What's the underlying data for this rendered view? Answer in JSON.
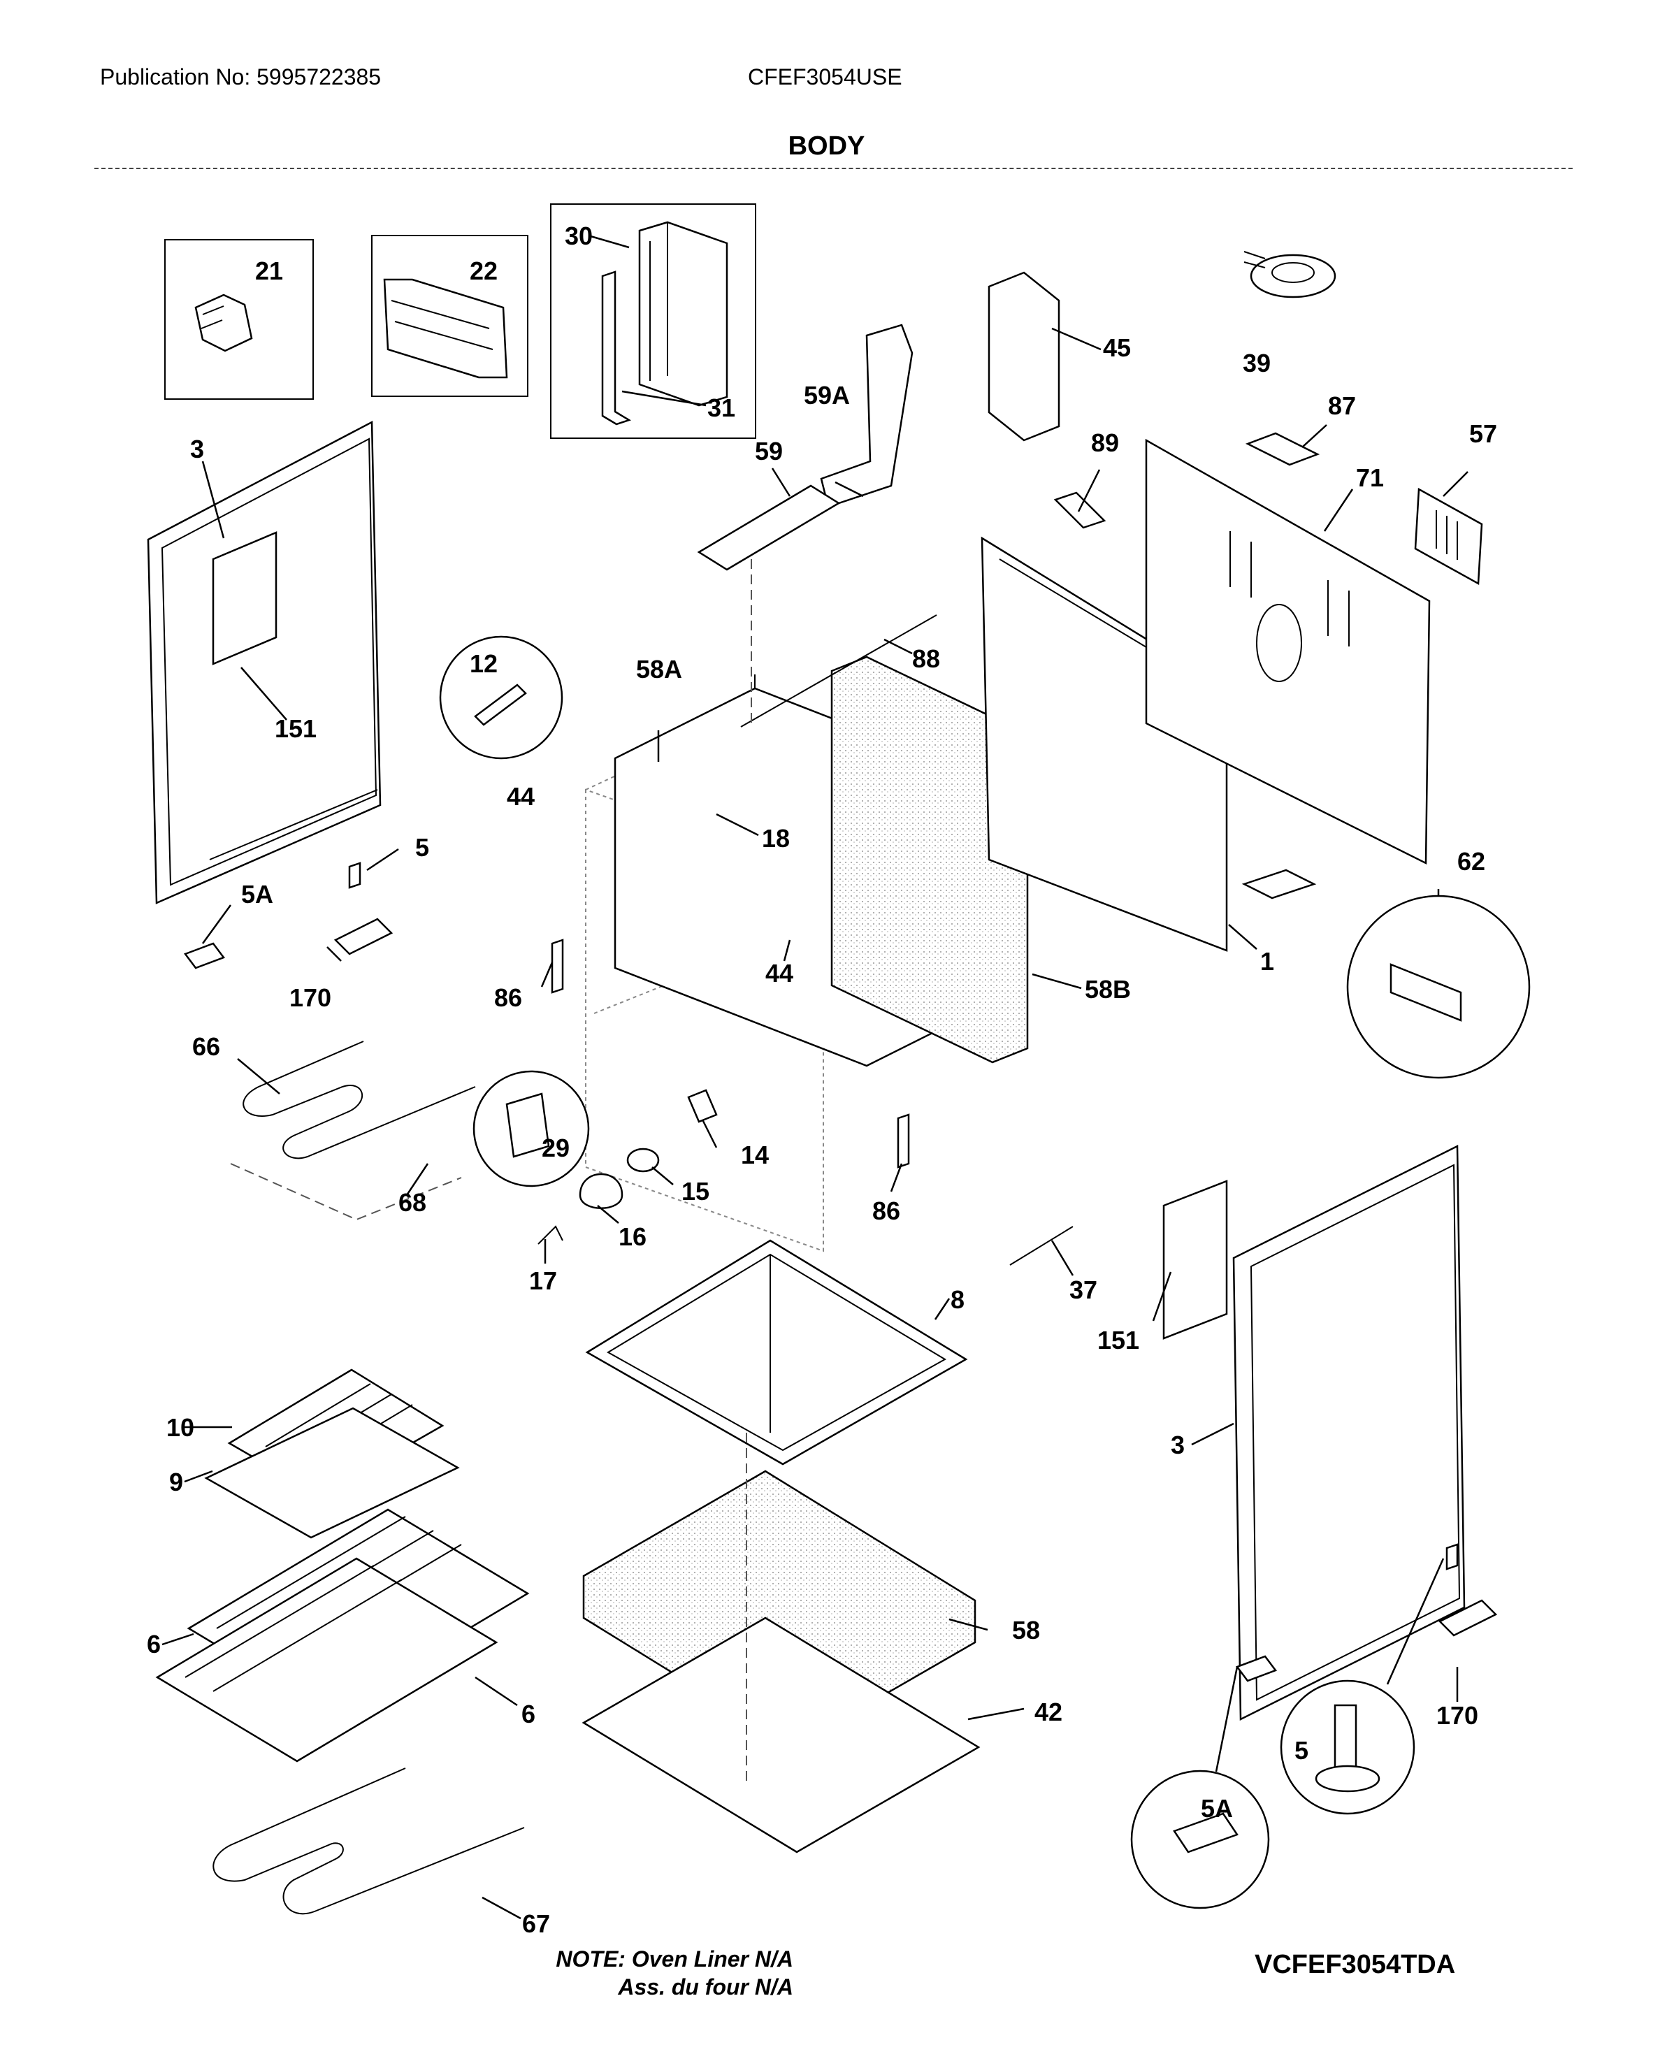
{
  "header": {
    "publication": "Publication No: 5995722385",
    "model": "CFEF3054USE",
    "title": "BODY"
  },
  "note": {
    "line1": "NOTE: Oven Liner N/A",
    "line2": "Ass. du four N/A"
  },
  "diagram_code": "VCFEF3054TDA",
  "callouts": [
    {
      "id": "c21",
      "label": "21"
    },
    {
      "id": "c22",
      "label": "22"
    },
    {
      "id": "c30",
      "label": "30"
    },
    {
      "id": "c31",
      "label": "31"
    },
    {
      "id": "c45",
      "label": "45"
    },
    {
      "id": "c39",
      "label": "39"
    },
    {
      "id": "c59a",
      "label": "59A"
    },
    {
      "id": "c59",
      "label": "59"
    },
    {
      "id": "c87",
      "label": "87"
    },
    {
      "id": "c57",
      "label": "57"
    },
    {
      "id": "c89",
      "label": "89"
    },
    {
      "id": "c71",
      "label": "71"
    },
    {
      "id": "c3l",
      "label": "3"
    },
    {
      "id": "c151l",
      "label": "151"
    },
    {
      "id": "c12",
      "label": "12"
    },
    {
      "id": "c44a",
      "label": "44"
    },
    {
      "id": "c58a",
      "label": "58A"
    },
    {
      "id": "c88",
      "label": "88"
    },
    {
      "id": "c18",
      "label": "18"
    },
    {
      "id": "c5l",
      "label": "5"
    },
    {
      "id": "c5al",
      "label": "5A"
    },
    {
      "id": "c170l",
      "label": "170"
    },
    {
      "id": "c62",
      "label": "62"
    },
    {
      "id": "c1",
      "label": "1"
    },
    {
      "id": "c86a",
      "label": "86"
    },
    {
      "id": "c44b",
      "label": "44"
    },
    {
      "id": "c58b",
      "label": "58B"
    },
    {
      "id": "c66",
      "label": "66"
    },
    {
      "id": "c29",
      "label": "29"
    },
    {
      "id": "c14",
      "label": "14"
    },
    {
      "id": "c15",
      "label": "15"
    },
    {
      "id": "c68",
      "label": "68"
    },
    {
      "id": "c16",
      "label": "16"
    },
    {
      "id": "c86b",
      "label": "86"
    },
    {
      "id": "c17",
      "label": "17"
    },
    {
      "id": "c37",
      "label": "37"
    },
    {
      "id": "c8",
      "label": "8"
    },
    {
      "id": "c151r",
      "label": "151"
    },
    {
      "id": "c10",
      "label": "10"
    },
    {
      "id": "c9",
      "label": "9"
    },
    {
      "id": "c3r",
      "label": "3"
    },
    {
      "id": "c58",
      "label": "58"
    },
    {
      "id": "c6a",
      "label": "6"
    },
    {
      "id": "c6b",
      "label": "6"
    },
    {
      "id": "c42",
      "label": "42"
    },
    {
      "id": "c170r",
      "label": "170"
    },
    {
      "id": "c5r",
      "label": "5"
    },
    {
      "id": "c5ar",
      "label": "5A"
    },
    {
      "id": "c67",
      "label": "67"
    }
  ]
}
